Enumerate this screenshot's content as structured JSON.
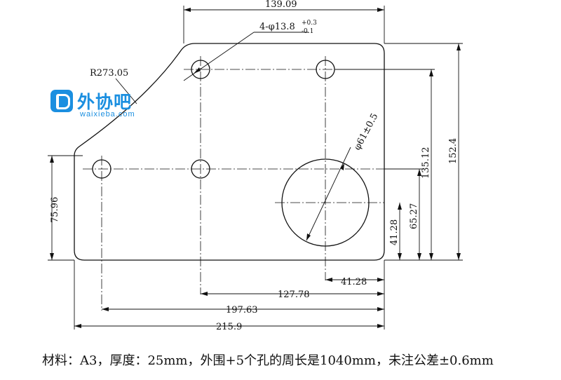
{
  "drawing": {
    "dimensions": {
      "top_width": "139.09",
      "hole_spec": "4-φ13.8",
      "hole_tol_upper": "+0.3",
      "hole_tol_lower": "-0.1",
      "radius": "R273.05",
      "big_hole": "φ61±0.5",
      "height_135": "135.12",
      "height_152": "152.4",
      "left_height": "75.96",
      "height_65": "65.27",
      "height_41": "41.28",
      "bottom_41": "41.28",
      "width_127": "127.78",
      "width_197": "197.63",
      "width_215": "215.9"
    },
    "note": "材料：A3，厚度：25mm，外围+5个孔的周长是1040mm，未注公差±0.6mm"
  },
  "watermark": {
    "name": "外协吧",
    "url": "waixieba.com",
    "color": "#1b8fe0"
  }
}
